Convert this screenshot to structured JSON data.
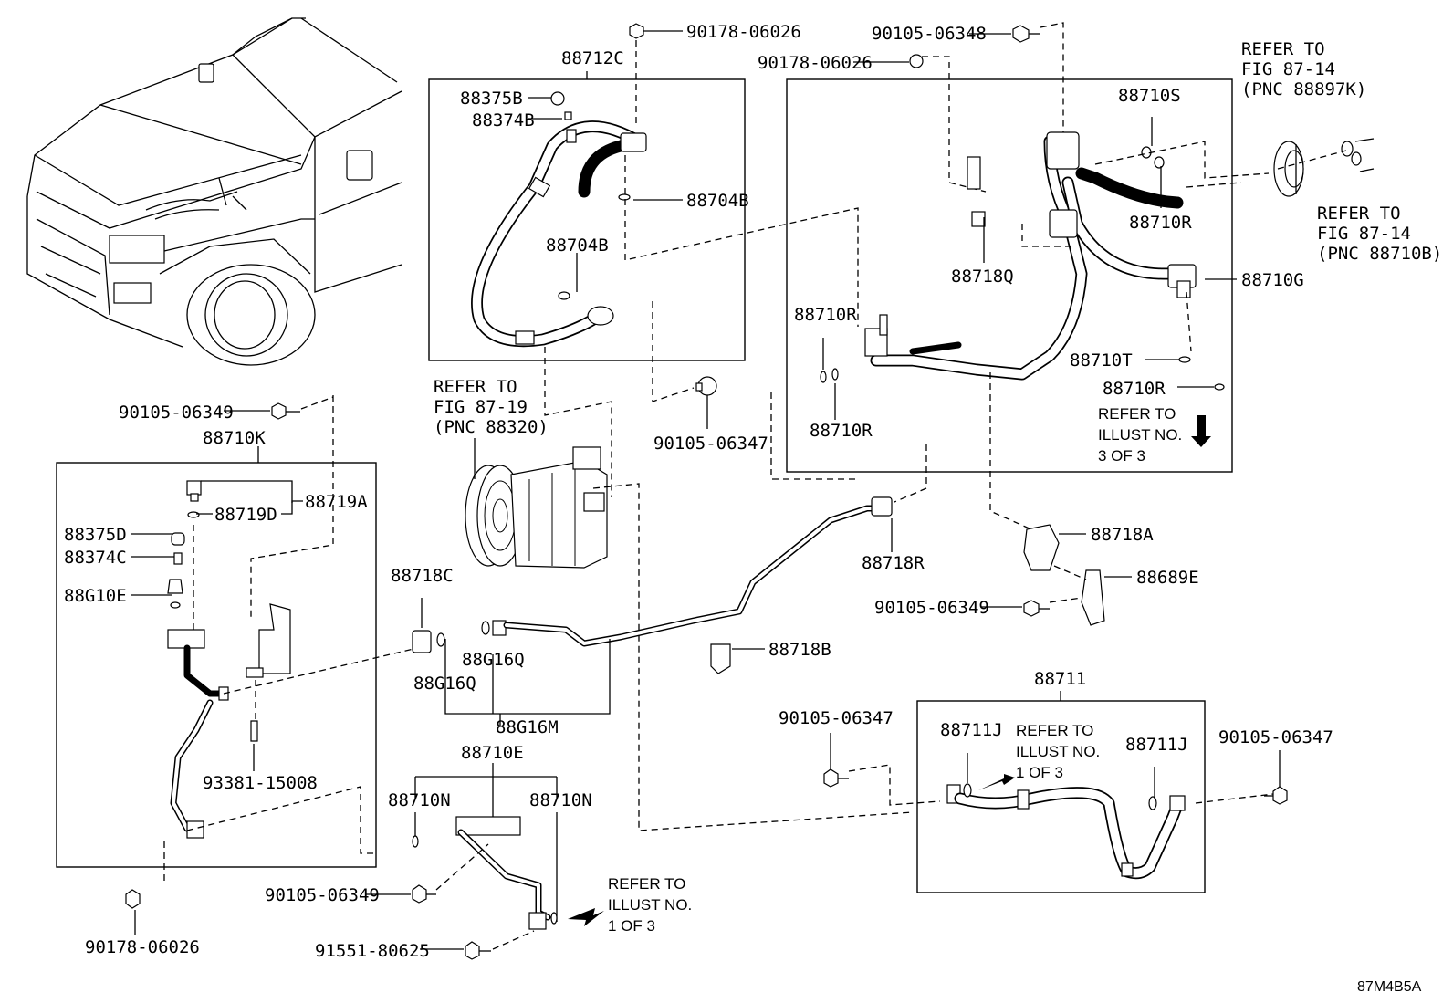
{
  "figure_code": "87M4B5A",
  "refer_to_label": "REFER TO",
  "illust_label": "ILLUST NO.",
  "fig_87_14_a": "FIG 87-14",
  "pnc_88897K": "(PNC 88897K)",
  "fig_87_14_b": "FIG 87-14",
  "pnc_88710B": "(PNC 88710B)",
  "fig_87_19": "FIG 87-19",
  "pnc_88320": "(PNC 88320)",
  "of_3_of_3": "3 OF 3",
  "of_1_of_3": "1 OF 3",
  "labels": {
    "p88712C": "88712C",
    "p88375B": "88375B",
    "p88374B": "88374B",
    "p88704B_a": "88704B",
    "p88704B_b": "88704B",
    "p90178_06026_top": "90178-06026",
    "p90105_06348": "90105-06348",
    "p90178_06026_mid": "90178-06026",
    "p88710S": "88710S",
    "p88710R_a": "88710R",
    "p88718Q": "88718Q",
    "p88710G": "88710G",
    "p88710R_b": "88710R",
    "p88710R_c": "88710R",
    "p88710T": "88710T",
    "p88710R_d": "88710R",
    "p90105_06347_a": "90105-06347",
    "p90105_06349_a": "90105-06349",
    "p88710K": "88710K",
    "p88719A": "88719A",
    "p88719D": "88719D",
    "p88375D": "88375D",
    "p88374C": "88374C",
    "p88G10E": "88G10E",
    "p93381_15008": "93381-15008",
    "p90178_06026_bot": "90178-06026",
    "p88718C": "88718C",
    "p88G16Q_a": "88G16Q",
    "p88G16Q_b": "88G16Q",
    "p88G16M": "88G16M",
    "p88718R": "88718R",
    "p88718A": "88718A",
    "p88689E": "88689E",
    "p90105_06349_b": "90105-06349",
    "p88718B": "88718B",
    "p88711": "88711",
    "p90105_06347_b": "90105-06347",
    "p88711J_a": "88711J",
    "p88711J_b": "88711J",
    "p90105_06347_c": "90105-06347",
    "p88710E": "88710E",
    "p88710N_a": "88710N",
    "p88710N_b": "88710N",
    "p90105_06349_c": "90105-06349",
    "p91551_80625": "91551-80625"
  }
}
